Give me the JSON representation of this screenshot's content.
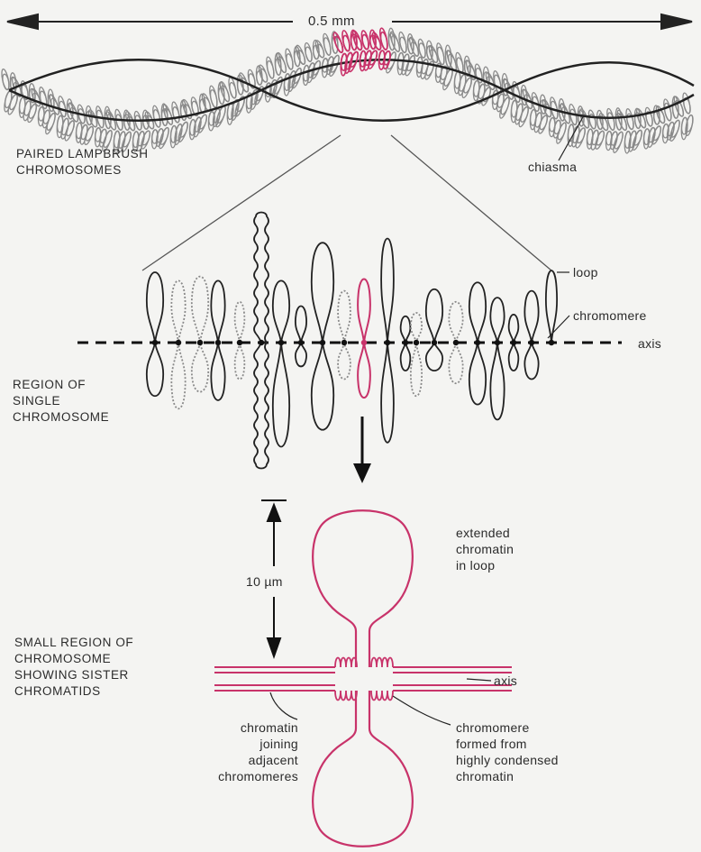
{
  "scale_bar": {
    "label": "0.5 mm"
  },
  "labels": {
    "paired_title": "PAIRED LAMPBRUSH\nCHROMOSOMES",
    "chiasma": "chiasma",
    "loop": "loop",
    "chromomere": "chromomere",
    "axis_top": "axis",
    "region_title": "REGION OF\nSINGLE\nCHROMOSOME",
    "ten_um": "10 µm",
    "extended": "extended\nchromatin\nin loop",
    "small_region_title": "SMALL REGION OF\nCHROMOSOME\nSHOWING SISTER\nCHROMATIDS",
    "axis_bottom": "axis",
    "chromatin_joining": "chromatin\njoining\nadjacent\nchromomeres",
    "chromomere_formed": "chromomere\nformed from\nhighly condensed\nchromatin"
  },
  "colors": {
    "ink": "#222222",
    "grey_loops": "#8a8a8a",
    "highlight": "#c8336a",
    "background": "#f4f4f2"
  }
}
